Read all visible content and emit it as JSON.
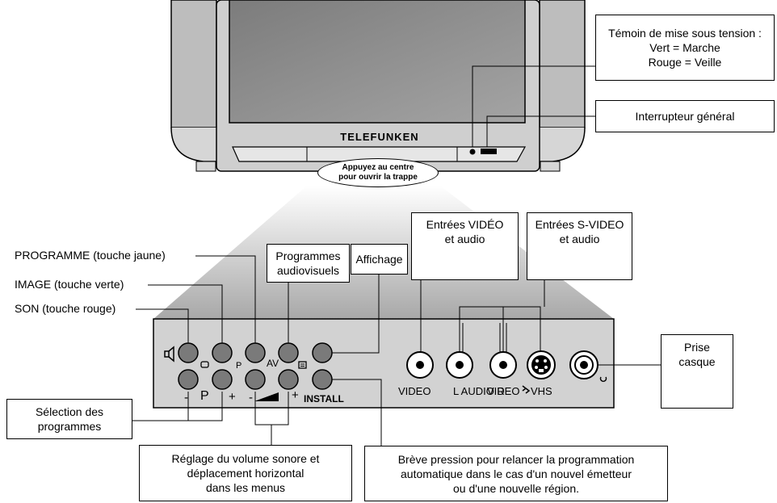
{
  "tv": {
    "brand": "TELEFUNKEN",
    "trap_hint_line1": "Appuyez au centre",
    "trap_hint_line2": "pour ouvrir la trappe"
  },
  "callouts": {
    "power_led": {
      "line1": "Témoin de mise sous tension :",
      "line2": "Vert = Marche",
      "line3": "Rouge = Veille"
    },
    "main_switch": "Interrupteur général",
    "programme_key": "PROGRAMME  (touche jaune)",
    "image_key": "IMAGE (touche verte)",
    "sound_key": "SON (touche rouge)",
    "av_programs": {
      "line1": "Programmes",
      "line2": "audiovisuels"
    },
    "display": "Affichage",
    "video_inputs": {
      "line1": "Entrées VIDÉO",
      "line2": "et audio"
    },
    "svideo_inputs": {
      "line1": "Entrées S-VIDEO",
      "line2": "et audio"
    },
    "headphone": {
      "line1": "Prise",
      "line2": "casque"
    },
    "program_select": {
      "line1": "Sélection des",
      "line2": "programmes"
    },
    "volume": {
      "line1": "Réglage du volume sonore et",
      "line2": "déplacement horizontal",
      "line3": "dans les menus"
    },
    "install_info": {
      "line1": "Brève pression pour relancer la programmation",
      "line2": "automatique dans le cas d'un nouvel émetteur",
      "line3": "ou d'une nouvelle région."
    }
  },
  "panel": {
    "p_top": "P",
    "av": "AV",
    "minus1": "-",
    "p_bottom": "P",
    "plus1": "+",
    "minus2": "-",
    "plus2": "+",
    "install": "INSTALL",
    "video": "VIDEO",
    "audio": "L AUDIO R",
    "video_s": "VIDEO",
    "vhs": "VHS"
  },
  "colors": {
    "button_fill": "#7a7a7a",
    "panel_fill": "#d2d2d2",
    "screen_fill": "#8c8c8c",
    "cabinet_fill": "#c8c8c8"
  }
}
